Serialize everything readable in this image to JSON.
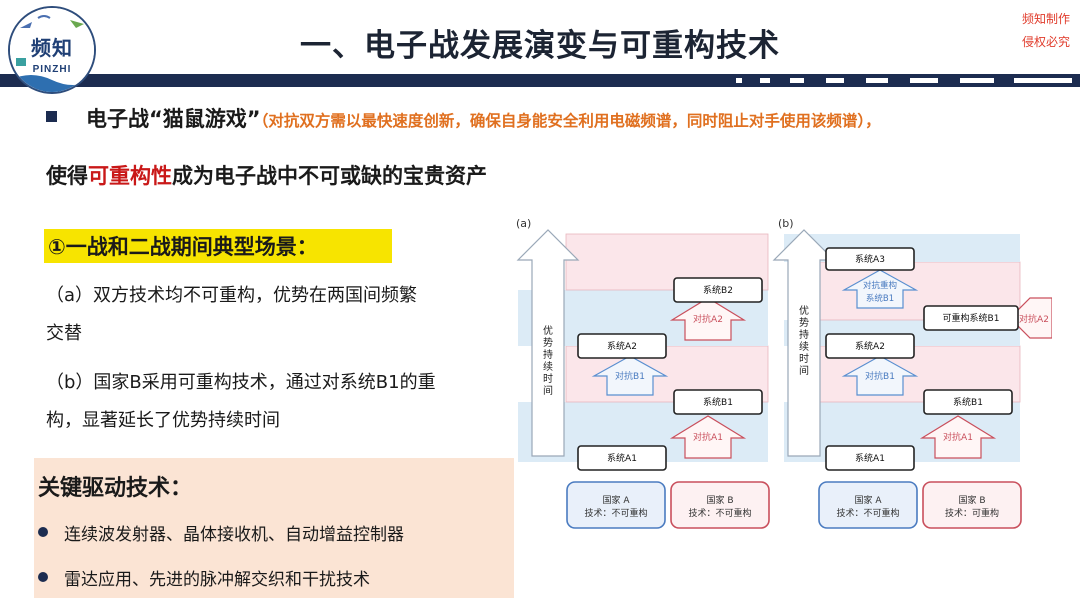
{
  "header": {
    "logo_text": "频知",
    "logo_sub": "PINZHI",
    "title": "一、电子战发展演变与可重构技术",
    "watermark_1": "频知制作",
    "watermark_2": "侵权必究"
  },
  "intro": {
    "line1_main": "电子战“猫鼠游戏”",
    "line1_note": "（对抗双方需以最快速度创新，确保自身能安全利用电磁频谱，同时阻止对手使用该频谱），",
    "line2_prefix": "使得",
    "line2_highlight": "可重构性",
    "line2_suffix": "成为电子战中不可或缺的宝贵资产"
  },
  "scenario": {
    "heading": "①一战和二战期间典型场景：",
    "a_line1": "（a）双方技术均不可重构，优势在两国间频繁",
    "a_line2": "交替",
    "b_line1": "（b）国家B采用可重构技术，通过对系统B1的重",
    "b_line2": "构，显著延长了优势持续时间"
  },
  "drivers": {
    "heading": "关键驱动技术：",
    "items": [
      "连续波发射器、晶体接收机、自动增益控制器",
      "雷达应用、先进的脉冲解交织和干扰技术"
    ]
  },
  "diagram": {
    "panel_a": {
      "label": "(a)",
      "arrow_label": [
        "优",
        "势",
        "持",
        "续",
        "时",
        "间"
      ],
      "systems": {
        "a1": "系统A1",
        "b1": "系统B1",
        "a2": "系统A2",
        "b2": "系统B2"
      },
      "counters": {
        "vs_a1": "对抗A1",
        "vs_b1": "对抗B1",
        "vs_a2": "对抗A2"
      },
      "country_a": {
        "name": "国家 A",
        "tech": "技术：不可重构"
      },
      "country_b": {
        "name": "国家 B",
        "tech": "技术：不可重构"
      }
    },
    "panel_b": {
      "label": "(b)",
      "arrow_label": [
        "优",
        "势",
        "持",
        "续",
        "时",
        "间"
      ],
      "systems": {
        "a1": "系统A1",
        "b1": "系统B1",
        "a2": "系统A2",
        "a3": "系统A3",
        "rb1": "可重构系统B1"
      },
      "counters": {
        "vs_a1": "对抗A1",
        "vs_a2": "对抗A2",
        "vs_rb1_line1": "对抗重构",
        "vs_rb1_line2": "系统B1"
      },
      "country_a": {
        "name": "国家 A",
        "tech": "技术：不可重构"
      },
      "country_b": {
        "name": "国家 B",
        "tech": "技术：可重构"
      }
    }
  },
  "colors": {
    "navy": "#1c2c50",
    "accent_red": "#c91818",
    "note_orange": "#e07020",
    "highlight_yellow": "#f7e400",
    "drive_bg": "#fbe4d4",
    "band_blue": "#dcebf6",
    "band_pink": "#fbe6ea",
    "arrow_blue": "#5a8fd0",
    "arrow_red": "#c94f5c"
  }
}
